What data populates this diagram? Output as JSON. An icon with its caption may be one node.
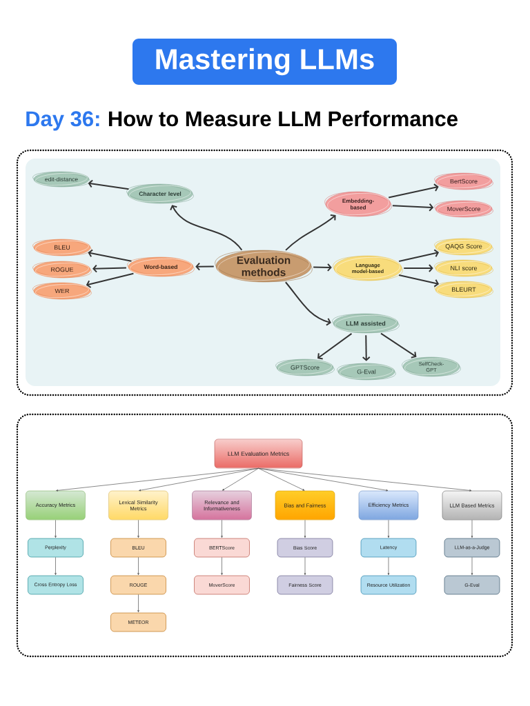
{
  "diagram": {
    "title": "Mastering LLMs",
    "nodes": [
      {
        "text": [
          "Evaluation methods"
        ]
      },
      {
        "text": [
          "Character level"
        ]
      },
      {
        "text": [
          "edit-distance"
        ]
      },
      {
        "text": [
          "Word-based"
        ]
      },
      {
        "text": [
          "BLEU"
        ]
      },
      {
        "text": [
          "ROGUE"
        ]
      },
      {
        "text": [
          "WER"
        ]
      },
      {
        "text": [
          "Embedding- based"
        ]
      },
      {
        "text": [
          "BertScore"
        ]
      },
      {
        "text": [
          "MoverScore"
        ]
      },
      {
        "text": [
          "Language model-based"
        ]
      },
      {
        "text": [
          "QAQG Score"
        ]
      },
      {
        "text": [
          "NLI score"
        ]
      },
      {
        "text": [
          "BLEURT"
        ]
      },
      {
        "text": [
          "LLM assisted"
        ]
      },
      {
        "text": [
          "GPTScore"
        ]
      },
      {
        "text": [
          "G-Eval"
        ]
      },
      {
        "text": [
          "SelfCheck- GPT"
        ]
      },
      {
        "text": [
          "LLM Evaluation Metrics"
        ]
      },
      {
        "text": [
          "Accuracy Metrics"
        ]
      },
      {
        "text": [
          "Perplexity"
        ]
      },
      {
        "text": [
          "Cross Entropy Loss"
        ]
      },
      {
        "text": [
          "Lexical Similarity Metrics"
        ]
      },
      {
        "text": [
          "BLEU"
        ]
      },
      {
        "text": [
          "ROUGE"
        ]
      },
      {
        "text": [
          "METEOR"
        ]
      },
      {
        "text": [
          "Relevance and Informativeness"
        ]
      },
      {
        "text": [
          "BERTScore"
        ]
      },
      {
        "text": [
          "MoverScore"
        ]
      },
      {
        "text": [
          "Bias and Fairness"
        ]
      },
      {
        "text": [
          "Bias Score"
        ]
      },
      {
        "text": [
          "Fairness Score"
        ]
      },
      {
        "text": [
          "Efficiency Metrics"
        ]
      },
      {
        "text": [
          "Latency"
        ]
      },
      {
        "text": [
          "Resource Utilization"
        ]
      },
      {
        "text": [
          "LLM Based Metrics"
        ]
      },
      {
        "text": [
          "LLM-as-a-Judge"
        ]
      },
      {
        "text": [
          "G-Eval"
        ]
      }
    ],
    "edges": [
      {
        "from": 0,
        "to": 1,
        "arrow": "to"
      },
      {
        "from": 1,
        "to": 2,
        "arrow": "to"
      },
      {
        "from": 0,
        "to": 3,
        "arrow": "to"
      },
      {
        "from": 3,
        "to": 4,
        "arrow": "to"
      },
      {
        "from": 3,
        "to": 5,
        "arrow": "to"
      },
      {
        "from": 3,
        "to": 6,
        "arrow": "to"
      },
      {
        "from": 0,
        "to": 7,
        "arrow": "to"
      },
      {
        "from": 7,
        "to": 8,
        "arrow": "to"
      },
      {
        "from": 7,
        "to": 9,
        "arrow": "to"
      },
      {
        "from": 0,
        "to": 10,
        "arrow": "to"
      },
      {
        "from": 10,
        "to": 11,
        "arrow": "to"
      },
      {
        "from": 10,
        "to": 12,
        "arrow": "to"
      },
      {
        "from": 10,
        "to": 13,
        "arrow": "to"
      },
      {
        "from": 0,
        "to": 14,
        "arrow": "to"
      },
      {
        "from": 14,
        "to": 15,
        "arrow": "to"
      },
      {
        "from": 14,
        "to": 16,
        "arrow": "to"
      },
      {
        "from": 14,
        "to": 17,
        "arrow": "to"
      },
      {
        "from": 18,
        "to": 19,
        "arrow": "to"
      },
      {
        "from": 18,
        "to": 22,
        "arrow": "to"
      },
      {
        "from": 18,
        "to": 26,
        "arrow": "to"
      },
      {
        "from": 18,
        "to": 29,
        "arrow": "to"
      },
      {
        "from": 18,
        "to": 32,
        "arrow": "to"
      },
      {
        "from": 18,
        "to": 35,
        "arrow": "to"
      },
      {
        "from": 19,
        "to": 20,
        "arrow": "to"
      },
      {
        "from": 20,
        "to": 21,
        "arrow": "to"
      },
      {
        "from": 22,
        "to": 23,
        "arrow": "to"
      },
      {
        "from": 23,
        "to": 24,
        "arrow": "to"
      },
      {
        "from": 24,
        "to": 25,
        "arrow": "to"
      },
      {
        "from": 26,
        "to": 27,
        "arrow": "to"
      },
      {
        "from": 27,
        "to": 28,
        "arrow": "to"
      },
      {
        "from": 29,
        "to": 30,
        "arrow": "to"
      },
      {
        "from": 30,
        "to": 31,
        "arrow": "to"
      },
      {
        "from": 32,
        "to": 33,
        "arrow": "to"
      },
      {
        "from": 33,
        "to": 34,
        "arrow": "to"
      },
      {
        "from": 35,
        "to": 36,
        "arrow": "to"
      },
      {
        "from": 36,
        "to": 37,
        "arrow": "to"
      }
    ],
    "labels": [
      "Day 36:",
      "How to Measure LLM Performance"
    ]
  }
}
